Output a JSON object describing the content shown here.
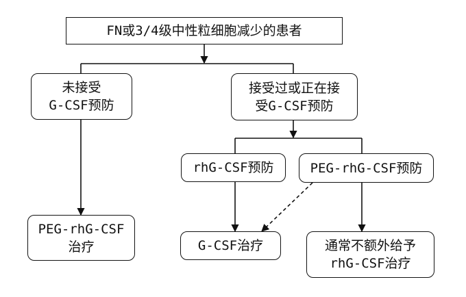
{
  "nodes": {
    "root": "FN或3/4级中性粒细胞减少的患者",
    "no_prophylaxis": "未接受\nG-CSF预防",
    "with_prophylaxis": "接受过或正在接\n受G-CSF预防",
    "rhg_prophylaxis": "rhG-CSF预防",
    "peg_prophylaxis": "PEG-rhG-CSF预防",
    "peg_treatment": "PEG-rhG-CSF\n治疗",
    "gcsf_treatment": "G-CSF治疗",
    "no_extra": "通常不额外给予\nrhG-CSF治疗"
  },
  "colors": {
    "line": "#111111",
    "fill": "#ffffff"
  }
}
